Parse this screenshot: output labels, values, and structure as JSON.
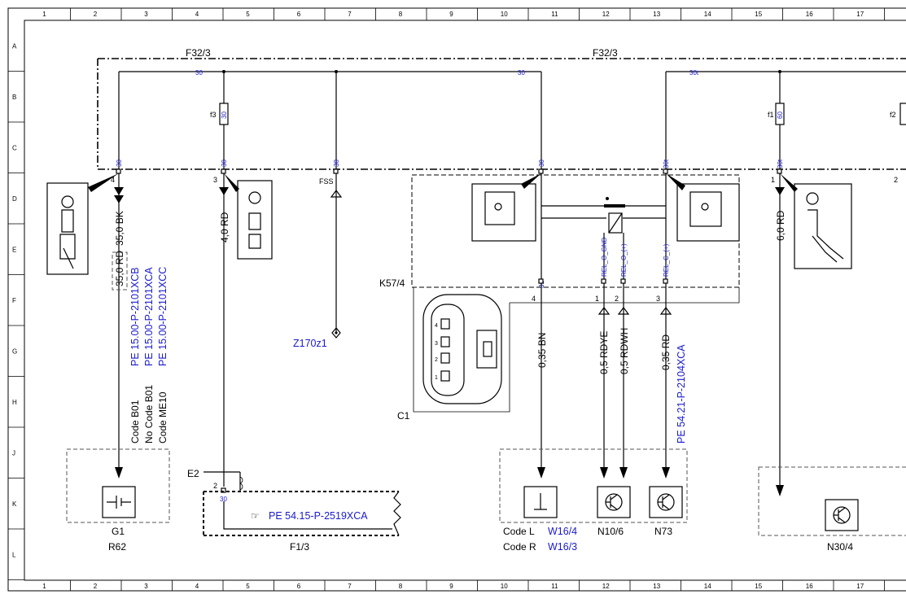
{
  "grid": {
    "columns": [
      "1",
      "2",
      "3",
      "4",
      "5",
      "6",
      "7",
      "8",
      "9",
      "10",
      "11",
      "12",
      "13",
      "14",
      "15",
      "16",
      "17"
    ],
    "rows": [
      "A",
      "B",
      "C",
      "D",
      "E",
      "F",
      "G",
      "H",
      "J",
      "K",
      "L"
    ]
  },
  "fuse_boxes": {
    "left": "F32/3",
    "right": "F32/3"
  },
  "fuses": [
    {
      "id": "f3",
      "rating": "30"
    },
    {
      "id": "f1",
      "rating": "60"
    },
    {
      "id": "f2",
      "rating": ""
    }
  ],
  "terminals": {
    "t_left_top": "30",
    "t_mid_top": "30",
    "t_right_top": "30t",
    "t_g1": "30",
    "t_f3": "30",
    "t_fss": "30",
    "t_k57": "30",
    "t_k57b": "30t",
    "t_f1": "30t",
    "t_f13": "30",
    "t_k57_31": "31"
  },
  "pins": {
    "p4": "4",
    "p3": "3",
    "p1": "1",
    "p2": "2",
    "fss": "FSS",
    "c1_4": "4",
    "c1_1": "1",
    "c1_2": "2",
    "c1_3": "3",
    "e2_2": "2",
    "conn_4": "4",
    "conn_3": "3",
    "conn_2": "2",
    "conn_1": "1"
  },
  "wires": {
    "w_g1": "35,0 BK",
    "w_g1b": "35,0 RD",
    "w_f3": "4,0 RD",
    "w_f1": "6,0 RD",
    "w_gnd": "0,35 BN",
    "w_rdye": "0,5 RDYE",
    "w_rdwh": "0,5 RDWH",
    "w_n73": "0,35 RD"
  },
  "signals": {
    "gnd": "REL_O_GND",
    "o_plus": "REL_O_(+)",
    "c_plus": "REL_C_(+)"
  },
  "refs": {
    "pe1": "PE 15.00-P-2101XCB",
    "pe2": "PE 15.00-P-2101XCA",
    "pe3": "PE 15.00-P-2101XCC",
    "pe_f13": "PE 54.15-P-2519XCA",
    "pe_n73": "PE 54.21-P-2104XCA",
    "z170": "Z170z1"
  },
  "codes": {
    "c1": "Code B01",
    "c2": "No Code B01",
    "c3": "Code ME10"
  },
  "components": {
    "k57": "K57/4",
    "c1": "C1",
    "e2": "E2",
    "g1": "G1",
    "r62": "R62",
    "f13": "F1/3",
    "n106": "N10/6",
    "n73": "N73",
    "n304": "N30/4"
  },
  "code_lines": {
    "l_label": "Code L",
    "l_ref": "W16/4",
    "r_label": "Code R",
    "r_ref": "W16/3"
  }
}
